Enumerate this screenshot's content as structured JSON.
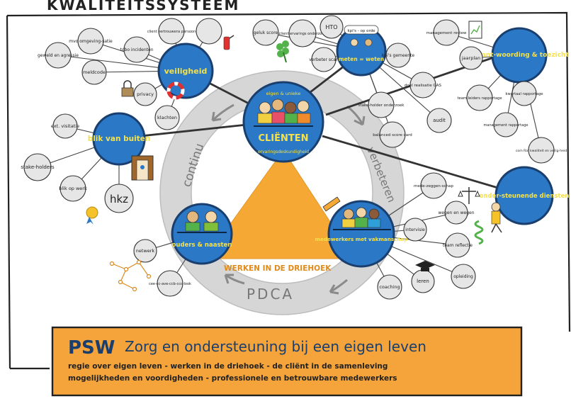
{
  "title": "KWALITEITSSYSTEEM",
  "colors": {
    "hub_blue": "#2a78c6",
    "hub_blue_dark": "#1a4f8a",
    "bubble_gray": "#e6e6e6",
    "ring_gray": "#d9d9d9",
    "triangle_orange": "#f5a833",
    "banner_orange": "#f4a43a",
    "ink": "#222222"
  },
  "center": {
    "top_label": "eigen & unieke",
    "label": "CLIËNTEN",
    "bottom_label": "ervaringsdeskundigheid"
  },
  "ring": {
    "left": "continu",
    "right": "verbeteren",
    "bottom": "PDCA"
  },
  "triangle_label": "WERKEN IN DE DRIEHOEK",
  "hubs": [
    {
      "id": "veiligheid",
      "label": "veiligheid",
      "bubbles": [
        "mvo omgeving-satie",
        "tobo incidenten",
        "geweld en agressie",
        "meldcode",
        "client vertrouwens persoon",
        "klachten",
        "privacy"
      ]
    },
    {
      "id": "meten",
      "label": "meten = weten",
      "badge": "kpi's - op orde",
      "bubbles": [
        "geluk score",
        "client ervarings onderzoek",
        "HTO",
        "verbeter scan",
        "kpi's gemeente",
        "doel realisatie GAS",
        "stake-holder onderzoek",
        "balanced score card",
        "audit"
      ]
    },
    {
      "id": "verantwoording",
      "label": "verant-woording & toezicht",
      "bubbles": [
        "management review",
        "jaarplan",
        "team leiders rapportage",
        "kwartaal rapportage",
        "management rapportage",
        "com Raf kwaliteit en veilig-heid"
      ]
    },
    {
      "id": "blik",
      "label": "blik van buiten",
      "bubbles": [
        "ext. visitatie",
        "stake-holders",
        "blik op werk",
        "hkz"
      ]
    },
    {
      "id": "ondersteunende",
      "label": "onder-steunende diensten",
      "bubbles": []
    },
    {
      "id": "ouders",
      "label": "ouders & naasten",
      "bubbles": [
        "netwerk",
        "cee-cc-ave-ccb-ccc-look"
      ]
    },
    {
      "id": "medewerkers",
      "label": "medewerkers met vakmanschap",
      "bubbles": [
        "mede-zeggen-schap",
        "wegen en wegen",
        "intervisie",
        "team reflectie",
        "coaching",
        "leren",
        "opleiding"
      ]
    }
  ],
  "banner": {
    "logo": "PSW",
    "heading": "Zorg en ondersteuning bij een eigen leven",
    "line1": "regie over eigen leven - werken in de driehoek - de cliënt in de samenleving",
    "line2": "mogelijkheden en voordigheden - professionele en betrouwbare medewerkers"
  }
}
